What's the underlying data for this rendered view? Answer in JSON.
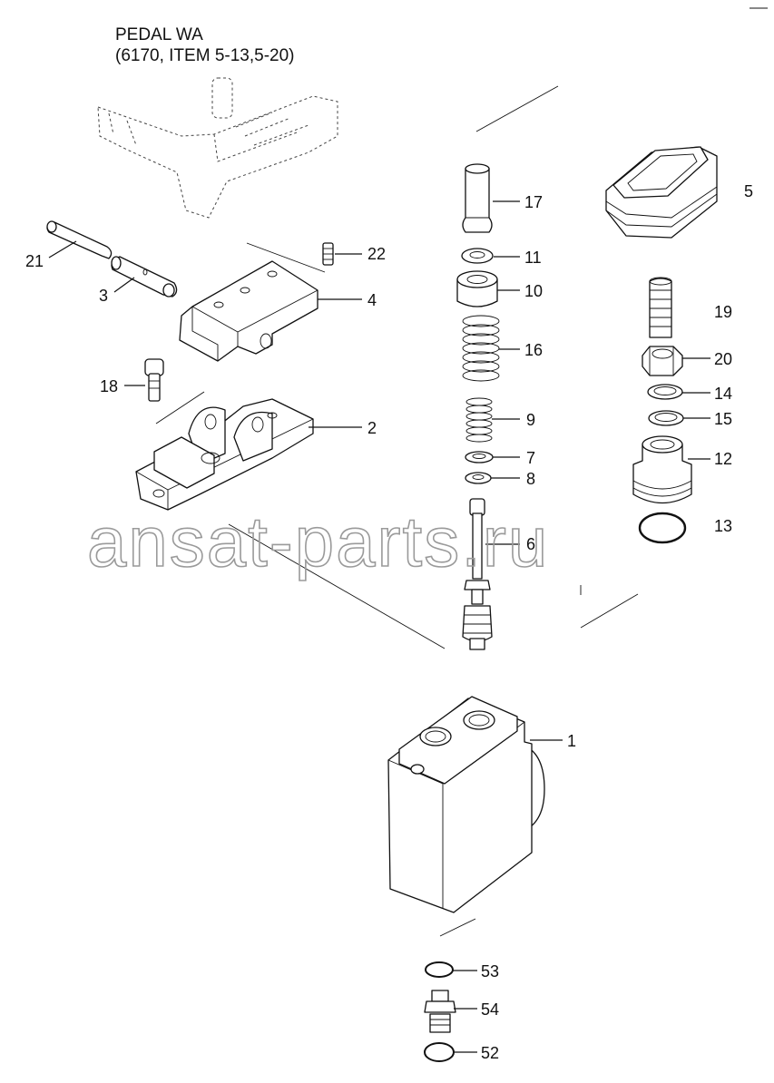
{
  "title": {
    "line1": "PEDAL WA",
    "line2": "(6170, ITEM 5-13,5-20)"
  },
  "watermark": "ansat-parts.ru",
  "callouts": {
    "c1": "1",
    "c2": "2",
    "c3": "3",
    "c4": "4",
    "c5": "5",
    "c6": "6",
    "c7": "7",
    "c8": "8",
    "c9": "9",
    "c10": "10",
    "c11": "11",
    "c12": "12",
    "c13": "13",
    "c14": "14",
    "c15": "15",
    "c16": "16",
    "c17": "17",
    "c18": "18",
    "c19": "19",
    "c20": "20",
    "c21": "21",
    "c22": "22",
    "c52": "52",
    "c53": "53",
    "c54": "54"
  },
  "colors": {
    "line": "#111111",
    "watermark": "#9a9a9a",
    "background": "#ffffff"
  }
}
